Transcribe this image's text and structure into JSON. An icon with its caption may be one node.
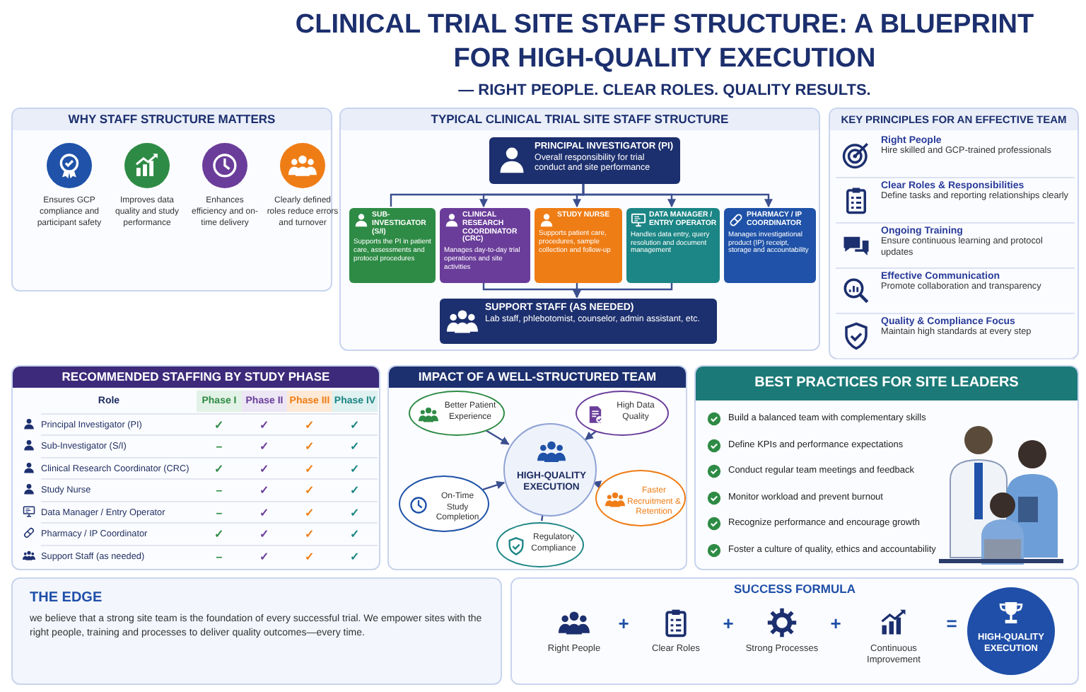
{
  "diagram": {
    "title": "CLINICAL TRIAL SITE STAFF STRUCTURE: A BLUEPRINT FOR HIGH-QUALITY EXECUTION",
    "nodes": [
      {
        "text": [
          "WHY STAFF STRUCTURE MATTERS"
        ]
      },
      {
        "text": [
          "TYPICAL CLINICAL TRIAL SITE STAFF STRUCTURE"
        ]
      },
      {
        "text": [
          "PRINCIPAL INVESTIGATOR (PI)",
          "Overall responsibility for trial conduct and site performance"
        ],
        "in": 1
      },
      {
        "text": [
          "SUB-INVESTIGATOR (S/I)",
          "Supports the PI in patient care, assessments and protocol procedures"
        ],
        "in": 1
      },
      {
        "text": [
          "CLINICAL RESEARCH COORDINATOR (CRC)",
          "Manages day-to-day trial operations and site activities"
        ],
        "in": 1
      },
      {
        "text": [
          "STUDY NURSE",
          "Supports patient care, procedures, sample collection and follow-up"
        ],
        "in": 1
      },
      {
        "text": [
          "DATA MANAGER / ENTRY OPERATOR",
          "Handles data entry, query resolution and document management"
        ],
        "in": 1
      },
      {
        "text": [
          "PHARMACY / IP COORDINATOR",
          "Manages investigational product (IP) receipt, storage and accountability"
        ],
        "in": 1
      },
      {
        "text": [
          "SUPPORT STAFF (AS NEEDED)",
          "Lab staff, phlebotomist, counselor, admin assistant, etc."
        ],
        "in": 1
      },
      {
        "text": [
          "KEY PRINCIPLES FOR AN EFFECTIVE TEAM"
        ]
      },
      {
        "text": [
          "Right People",
          "Hire skilled and GCP-trained professionals"
        ],
        "in": 9
      },
      {
        "text": [
          "Clear Roles & Responsibilities",
          "Define tasks and reporting relationships clearly"
        ],
        "in": 9
      },
      {
        "text": [
          "Ongoing Training",
          "Ensure continuous learning and protocol updates"
        ],
        "in": 9
      },
      {
        "text": [
          "Effective Communication",
          "Promote collaboration and transparency"
        ],
        "in": 9
      },
      {
        "text": [
          "Quality & Compliance Focus",
          "Maintain high standards at every step"
        ],
        "in": 9
      },
      {
        "text": [
          "RECOMMENDED STAFFING BY STUDY PHASE"
        ]
      },
      {
        "text": [
          "IMPACT OF A WELL-STRUCTURED TEAM"
        ]
      },
      {
        "text": [
          "Better Patient Experience"
        ],
        "in": 16
      },
      {
        "text": [
          "High Data Quality"
        ],
        "in": 16
      },
      {
        "text": [
          "HIGH-QUALITY EXECUTION"
        ],
        "in": 16
      },
      {
        "text": [
          "On-Time Study Completion"
        ],
        "in": 16
      },
      {
        "text": [
          "Faster Recruitment & Retention"
        ],
        "in": 16
      },
      {
        "text": [
          "Regulatory Compliance"
        ],
        "in": 16
      },
      {
        "text": [
          "BEST PRACTICES FOR SITE LEADERS"
        ]
      },
      {
        "text": [
          "THE EDGE",
          "we believe that a strong site team is the foundation of every successful trial. We empower sites with the right people, training and processes to deliver quality outcomes—every time."
        ]
      },
      {
        "text": [
          "SUCCESS FORMULA"
        ]
      },
      {
        "text": [
          "HIGH-QUALITY EXECUTION"
        ],
        "in": 25
      }
    ],
    "edges": [
      {
        "from": 2,
        "to": 3,
        "arrow": "none"
      },
      {
        "from": 2,
        "to": 4,
        "arrow": "to"
      },
      {
        "from": 2,
        "to": 5,
        "arrow": "to"
      },
      {
        "from": 2,
        "to": 6,
        "arrow": "to"
      },
      {
        "from": 2,
        "to": 7,
        "arrow": "to"
      },
      {
        "from": 4,
        "to": 8,
        "arrow": "to"
      },
      {
        "from": 5,
        "to": 8,
        "arrow": "to"
      },
      {
        "from": 6,
        "to": 8,
        "arrow": "to"
      },
      {
        "from": 17,
        "to": 19,
        "arrow": "to"
      },
      {
        "from": 18,
        "to": 19,
        "arrow": "to"
      },
      {
        "from": 20,
        "to": 19,
        "arrow": "to"
      },
      {
        "from": 21,
        "to": 19,
        "arrow": "to"
      },
      {
        "from": 22,
        "to": 19,
        "arrow": "none"
      }
    ],
    "labels": [
      "— RIGHT PEOPLE. CLEAR ROLES. QUALITY RESULTS.",
      "Ensures GCP compliance and participant safety",
      "Improves data quality and study performance",
      "Enhances efficiency and on-time delivery",
      "Clearly defined roles reduce errors and turnover",
      "Role",
      "Phase I",
      "Phase II",
      "Phase III",
      "Phase IV",
      "Principal Investigator (PI)",
      "✓",
      "✓",
      "✓",
      "✓",
      "Sub-Investigator (S/I)",
      "–",
      "✓",
      "✓",
      "✓",
      "Clinical Research Coordinator (CRC)",
      "✓",
      "✓",
      "✓",
      "✓",
      "Study Nurse",
      "–",
      "✓",
      "✓",
      "✓",
      "Data Manager / Entry Operator",
      "–",
      "✓",
      "✓",
      "✓",
      "Pharmacy / IP Coordinator",
      "✓",
      "✓",
      "✓",
      "✓",
      "Support Staff (as needed)",
      "–",
      "✓",
      "✓",
      "✓",
      "Build a balanced team with complementary skills",
      "Define KPIs and performance expectations",
      "Conduct regular team meetings and feedback",
      "Monitor workload and prevent burnout",
      "Recognize performance and encourage growth",
      "Foster a culture of quality, ethics and accountability",
      "Right People",
      "+",
      "Clear Roles",
      "+",
      "Strong Processes",
      "+",
      "Continuous Improvement",
      "="
    ]
  }
}
